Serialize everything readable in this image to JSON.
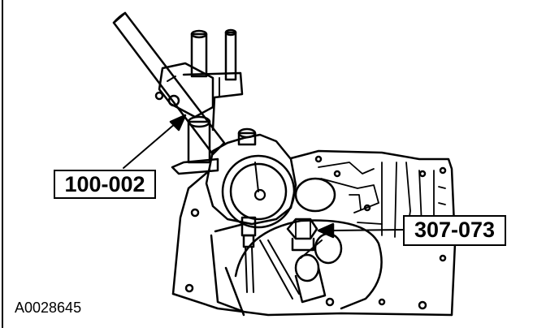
{
  "figure": {
    "callouts": [
      {
        "id": "tool-100-002",
        "label": "100-002"
      },
      {
        "id": "tool-307-073",
        "label": "307-073"
      }
    ],
    "figure_id": "A0028645",
    "colors": {
      "ink": "#000000",
      "paper": "#ffffff"
    }
  }
}
